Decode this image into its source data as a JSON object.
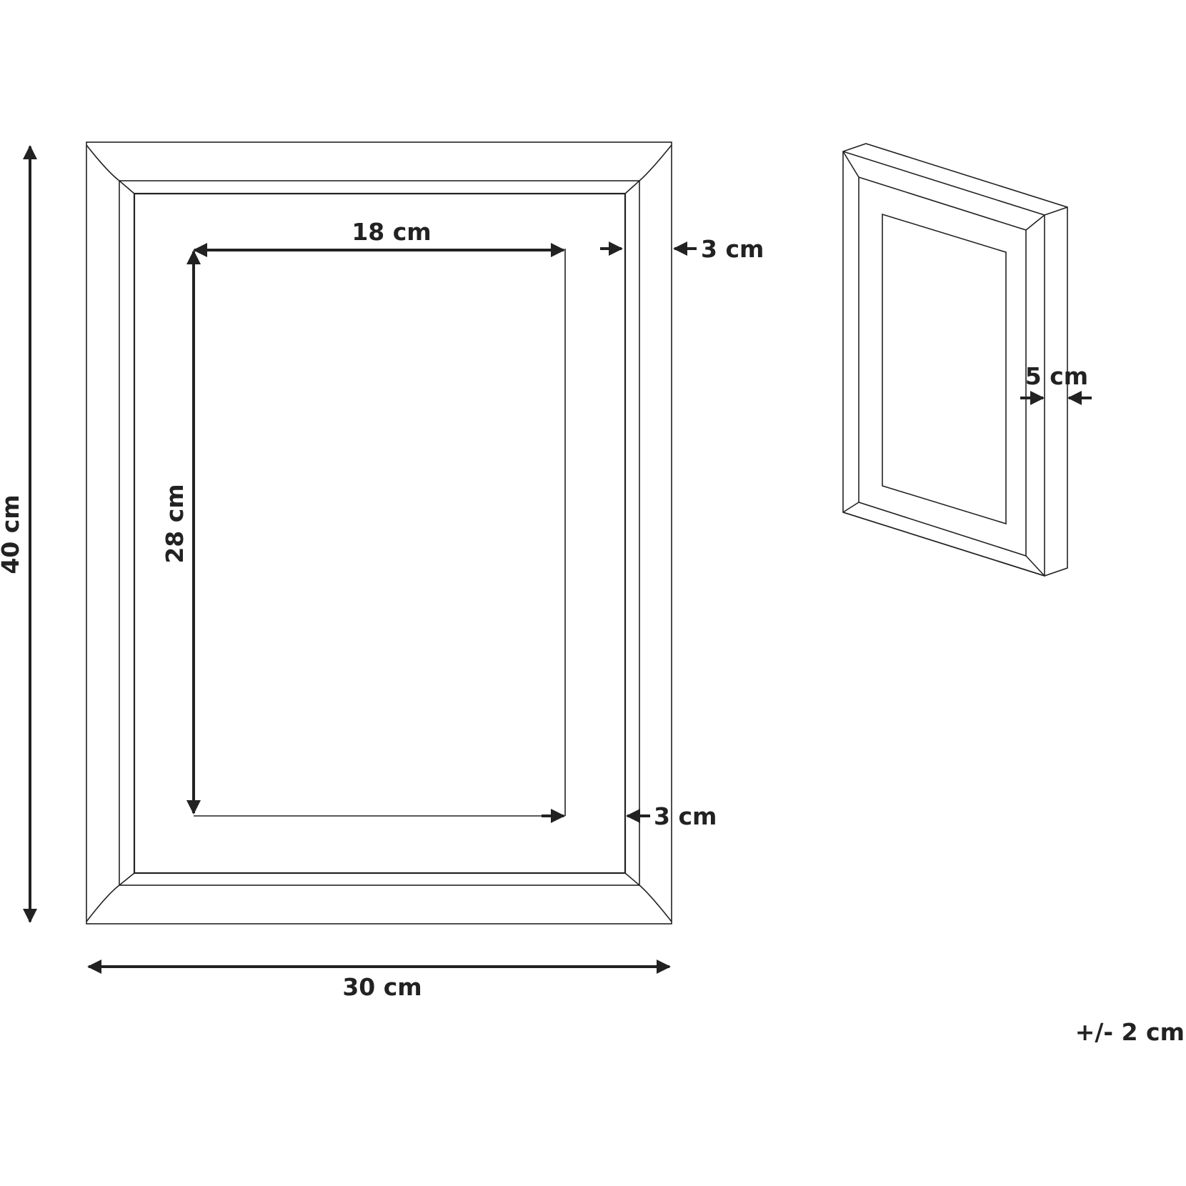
{
  "colors": {
    "line": "#222222",
    "background": "#ffffff"
  },
  "front_view": {
    "overall_height_label": "40 cm",
    "overall_width_label": "30 cm",
    "opening_width_label": "18 cm",
    "opening_height_label": "28 cm",
    "frame_border_top_label": "3 cm",
    "frame_border_bottom_label": "3 cm"
  },
  "side_view": {
    "depth_label": "5 cm"
  },
  "tolerance_label": "+/- 2 cm"
}
